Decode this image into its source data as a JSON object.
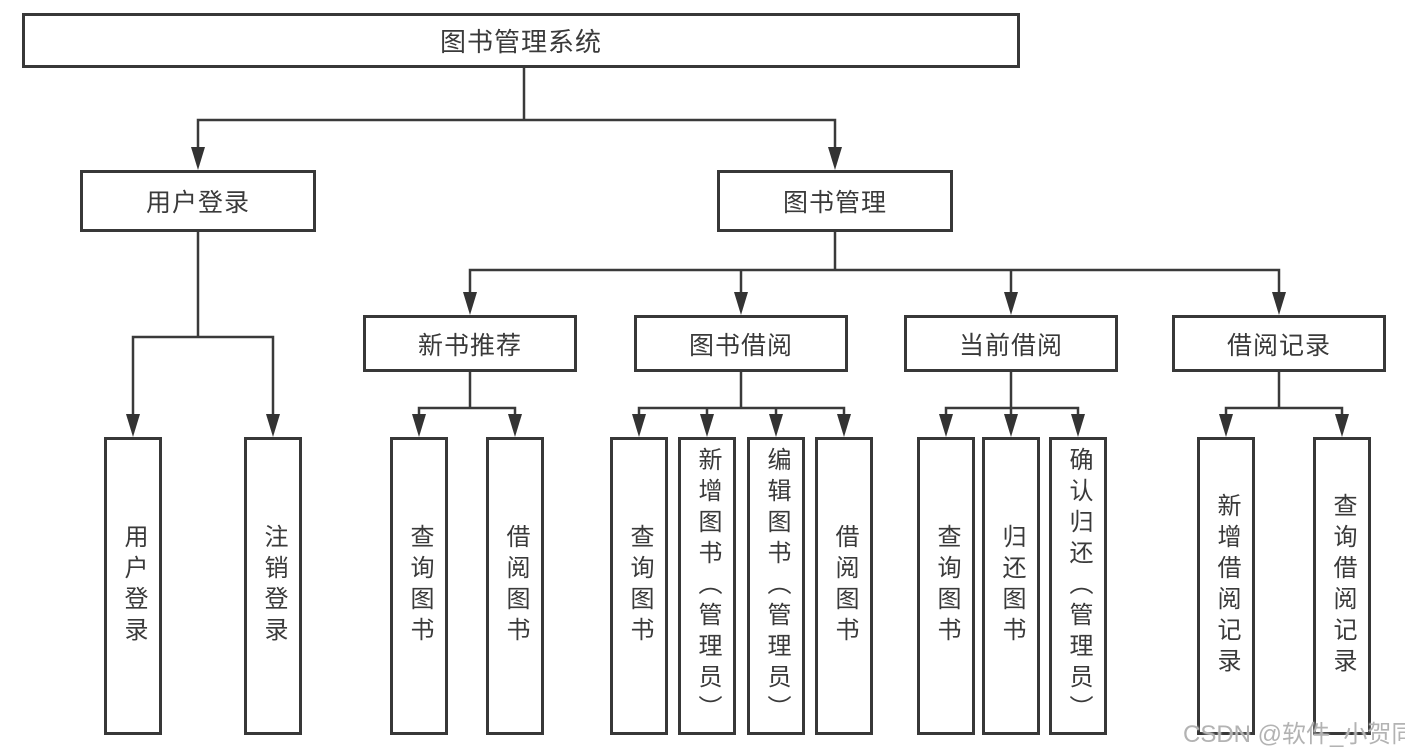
{
  "diagram": {
    "type": "tree",
    "title": "图书管理系统",
    "root": {
      "label": "图书管理系统"
    },
    "level2": [
      {
        "id": "user-login",
        "label": "用户登录"
      },
      {
        "id": "book-management",
        "label": "图书管理"
      }
    ],
    "level3": [
      {
        "id": "new-book-recommend",
        "label": "新书推荐",
        "parent": "图书管理"
      },
      {
        "id": "book-borrow",
        "label": "图书借阅",
        "parent": "图书管理"
      },
      {
        "id": "current-borrow",
        "label": "当前借阅",
        "parent": "图书管理"
      },
      {
        "id": "borrow-records",
        "label": "借阅记录",
        "parent": "图书管理"
      }
    ],
    "leaves": {
      "user_login": [
        {
          "label": "用户登录"
        },
        {
          "label": "注销登录"
        }
      ],
      "new_book_recommend": [
        {
          "label": "查询图书"
        },
        {
          "label": "借阅图书"
        }
      ],
      "book_borrow": [
        {
          "label": "查询图书"
        },
        {
          "label": "新增图书（管理员）"
        },
        {
          "label": "编辑图书（管理员）"
        },
        {
          "label": "借阅图书"
        }
      ],
      "current_borrow": [
        {
          "label": "查询图书"
        },
        {
          "label": "归还图书"
        },
        {
          "label": "确认归还（管理员）"
        }
      ],
      "borrow_records": [
        {
          "label": "新增借阅记录"
        },
        {
          "label": "查询借阅记录"
        }
      ]
    }
  },
  "watermark": {
    "text": "CSDN @软件_小贺同学"
  },
  "colors": {
    "line": "#3a3a3a",
    "box_border": "#383838",
    "text": "#3a3a3a",
    "background": "#ffffff",
    "watermark": "#b3b3b3"
  }
}
